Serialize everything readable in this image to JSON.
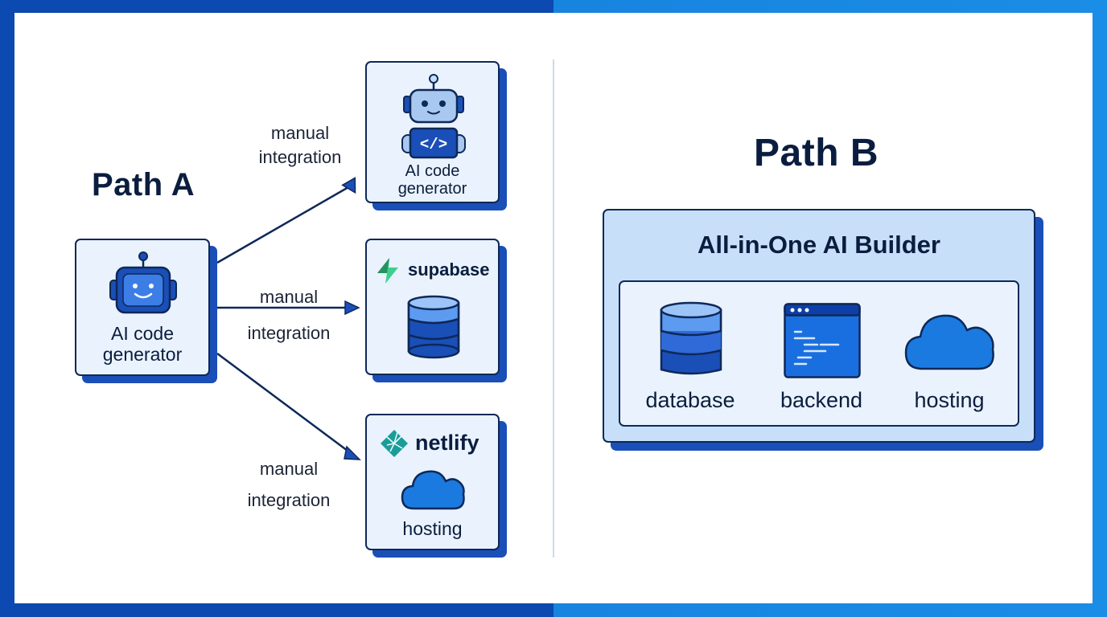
{
  "path_a": {
    "title": "Path A",
    "source": {
      "label": "AI code\ngenerator",
      "icon": "robot-face-icon"
    },
    "targets": [
      {
        "label": "AI code\ngenerator",
        "icon": "robot-code-icon",
        "arrow_label": "manual\nintegration"
      },
      {
        "brand": "supabase",
        "brand_icon": "supabase-bolt-icon",
        "icon": "database-icon",
        "arrow_label": "manual\nintegration"
      },
      {
        "brand": "netlify",
        "brand_icon": "netlify-logo-icon",
        "icon": "cloud-icon",
        "label": "hosting",
        "arrow_label": "manual\nintegration"
      }
    ]
  },
  "path_b": {
    "title": "Path B",
    "builder_title": "All-in-One AI Builder",
    "services": [
      {
        "label": "database",
        "icon": "database-icon"
      },
      {
        "label": "backend",
        "icon": "code-window-icon"
      },
      {
        "label": "hosting",
        "icon": "cloud-icon"
      }
    ]
  },
  "colors": {
    "navy": "#0e2858",
    "accent_blue": "#1a4fb8",
    "card_fill": "#eaf3fd",
    "builder_fill": "#c8dffa",
    "supabase_green": "#3ecf8e",
    "netlify_teal": "#1a9d9a"
  }
}
